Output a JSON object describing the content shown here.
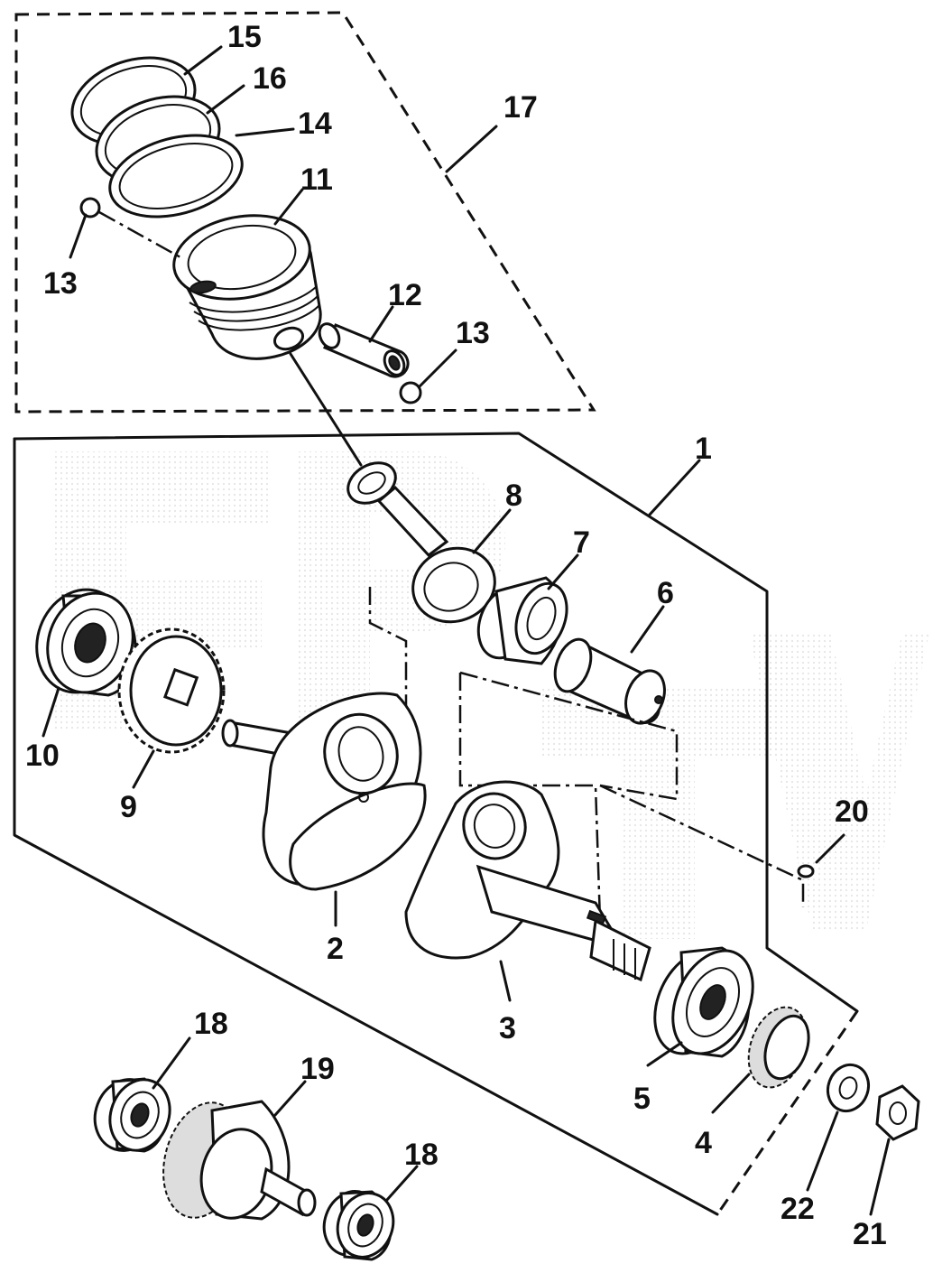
{
  "diagram": {
    "part_numbers": [
      "15",
      "16",
      "14",
      "11",
      "13",
      "17",
      "12",
      "13",
      "1",
      "8",
      "7",
      "6",
      "10",
      "9",
      "2",
      "20",
      "3",
      "5",
      "4",
      "18",
      "19",
      "18",
      "22",
      "21"
    ],
    "colors": {
      "ink": "#111111",
      "background": "#ffffff",
      "watermark": "#e8e8e8"
    }
  }
}
